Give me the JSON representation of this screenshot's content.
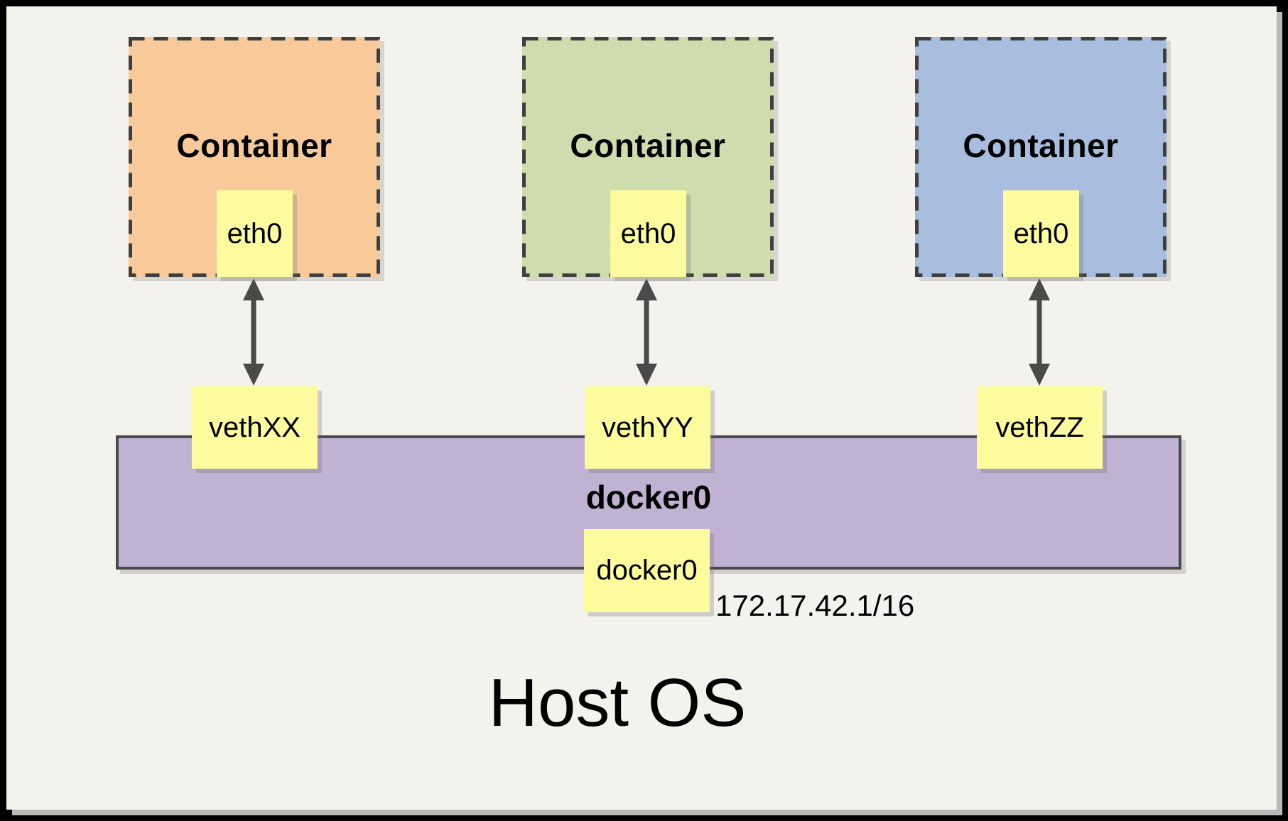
{
  "containers": [
    {
      "title": "Container",
      "interface_label": "eth0",
      "fill": "#F8C999"
    },
    {
      "title": "Container",
      "interface_label": "eth0",
      "fill": "#CEDCAE"
    },
    {
      "title": "Container",
      "interface_label": "eth0",
      "fill": "#A9BEDF"
    }
  ],
  "veth_interfaces": [
    {
      "label": "vethXX"
    },
    {
      "label": "vethYY"
    },
    {
      "label": "vethZZ"
    }
  ],
  "bridge": {
    "title": "docker0",
    "interface_label": "docker0",
    "ip_address": "172.17.42.1/16",
    "fill": "#C1B2D4"
  },
  "host": {
    "label": "Host OS"
  },
  "colors": {
    "page_background": "#F4F2EC",
    "frame": "#000000",
    "note_yellow": "#FCFC9E",
    "arrow": "#4A4A4A",
    "dashed_border": "#3F3F3F"
  }
}
